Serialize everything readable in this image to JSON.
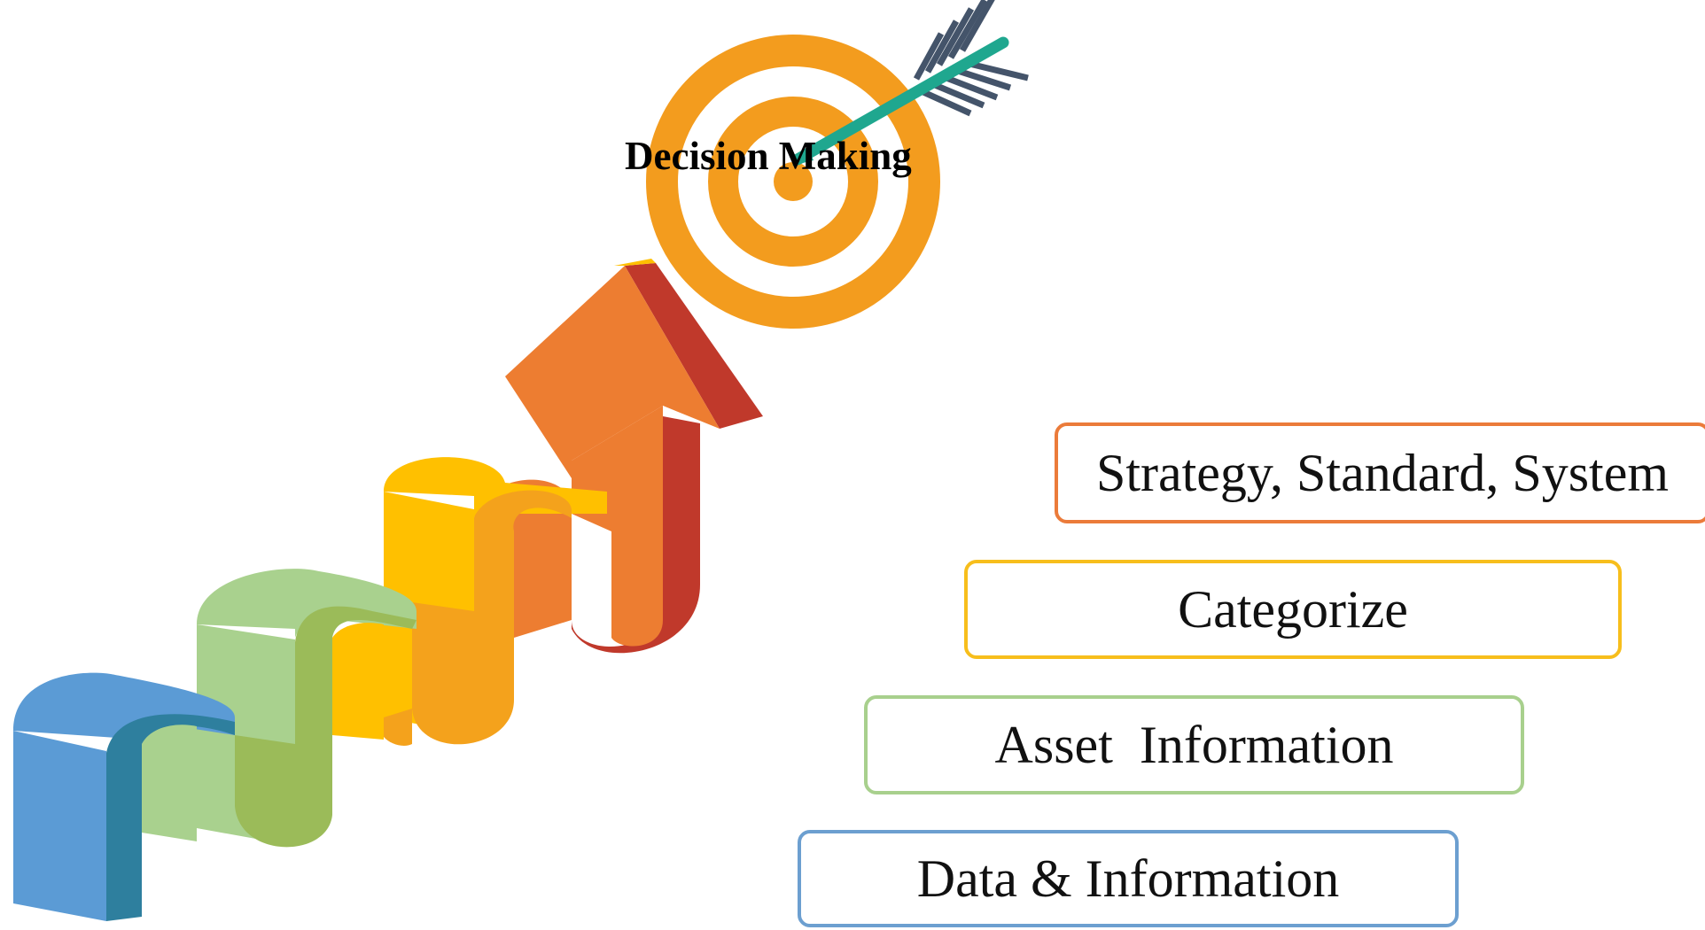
{
  "goal": {
    "label": "Decision Making"
  },
  "steps": [
    {
      "label": "Data & Information",
      "color": "#6C9FD0"
    },
    {
      "label": "Asset  Information",
      "color": "#A8D08D"
    },
    {
      "label": "Categorize",
      "color": "#F7BE1C"
    },
    {
      "label": "Strategy, Standard, System",
      "color": "#EB7B3A"
    }
  ],
  "colors": {
    "target_ring": "#F39C1E",
    "arrow_shaft": "#1FA78F",
    "arrow_fletching": "#44546A",
    "path_blue": "#5B9BD5",
    "path_blue_dark": "#2E7F9E",
    "path_green": "#A9D18E",
    "path_green_dark": "#9BBB59",
    "path_yellow": "#FFC000",
    "path_yellow_dark": "#F4A21C",
    "path_orange": "#ED7D31",
    "path_red": "#C0392B"
  }
}
